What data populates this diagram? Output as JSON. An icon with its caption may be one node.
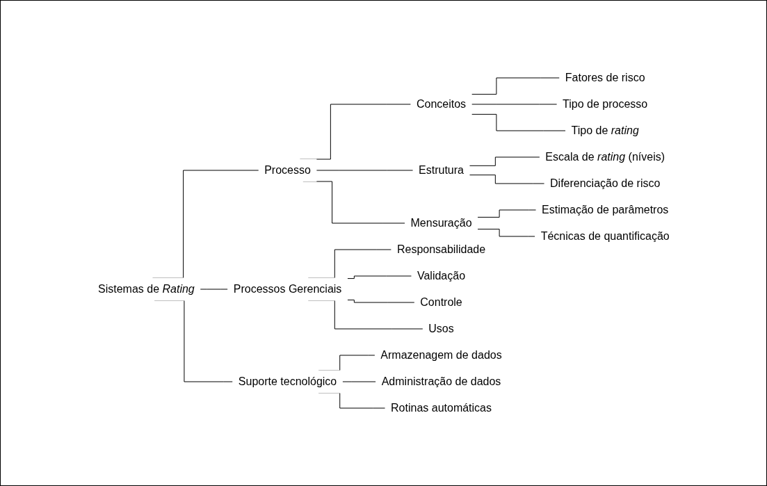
{
  "diagram": {
    "nodes": [
      {
        "text": [
          "Sistemas de *Rating*"
        ]
      },
      {
        "text": [
          "Processo"
        ]
      },
      {
        "text": [
          "Conceitos"
        ]
      },
      {
        "text": [
          "Fatores de risco"
        ]
      },
      {
        "text": [
          "Tipo de processo"
        ]
      },
      {
        "text": [
          "Tipo de *rating*"
        ]
      },
      {
        "text": [
          "Estrutura"
        ]
      },
      {
        "text": [
          "Escala de *rating* (níveis)"
        ]
      },
      {
        "text": [
          "Diferenciação de risco"
        ]
      },
      {
        "text": [
          "Mensuração"
        ]
      },
      {
        "text": [
          "Estimação de parâmetros"
        ]
      },
      {
        "text": [
          "Técnicas de quantificação"
        ]
      },
      {
        "text": [
          "Processos Gerenciais"
        ]
      },
      {
        "text": [
          "Responsabilidade"
        ]
      },
      {
        "text": [
          "Validação"
        ]
      },
      {
        "text": [
          "Controle"
        ]
      },
      {
        "text": [
          "Usos"
        ]
      },
      {
        "text": [
          "Suporte tecnológico"
        ]
      },
      {
        "text": [
          "Armazenagem de dados"
        ]
      },
      {
        "text": [
          "Administração de dados"
        ]
      },
      {
        "text": [
          "Rotinas automáticas"
        ]
      }
    ],
    "edges": [
      {
        "from": 0,
        "to": 1,
        "arrow": "none"
      },
      {
        "from": 1,
        "to": 2,
        "arrow": "none"
      },
      {
        "from": 2,
        "to": 3,
        "arrow": "none"
      },
      {
        "from": 2,
        "to": 4,
        "arrow": "none"
      },
      {
        "from": 2,
        "to": 5,
        "arrow": "none"
      },
      {
        "from": 1,
        "to": 6,
        "arrow": "none"
      },
      {
        "from": 6,
        "to": 7,
        "arrow": "none"
      },
      {
        "from": 6,
        "to": 8,
        "arrow": "none"
      },
      {
        "from": 1,
        "to": 9,
        "arrow": "none"
      },
      {
        "from": 9,
        "to": 10,
        "arrow": "none"
      },
      {
        "from": 9,
        "to": 11,
        "arrow": "none"
      },
      {
        "from": 0,
        "to": 12,
        "arrow": "none"
      },
      {
        "from": 12,
        "to": 13,
        "arrow": "none"
      },
      {
        "from": 12,
        "to": 14,
        "arrow": "none"
      },
      {
        "from": 12,
        "to": 15,
        "arrow": "none"
      },
      {
        "from": 12,
        "to": 16,
        "arrow": "none"
      },
      {
        "from": 0,
        "to": 17,
        "arrow": "none"
      },
      {
        "from": 17,
        "to": 18,
        "arrow": "none"
      },
      {
        "from": 17,
        "to": 19,
        "arrow": "none"
      },
      {
        "from": 17,
        "to": 20,
        "arrow": "none"
      }
    ]
  }
}
